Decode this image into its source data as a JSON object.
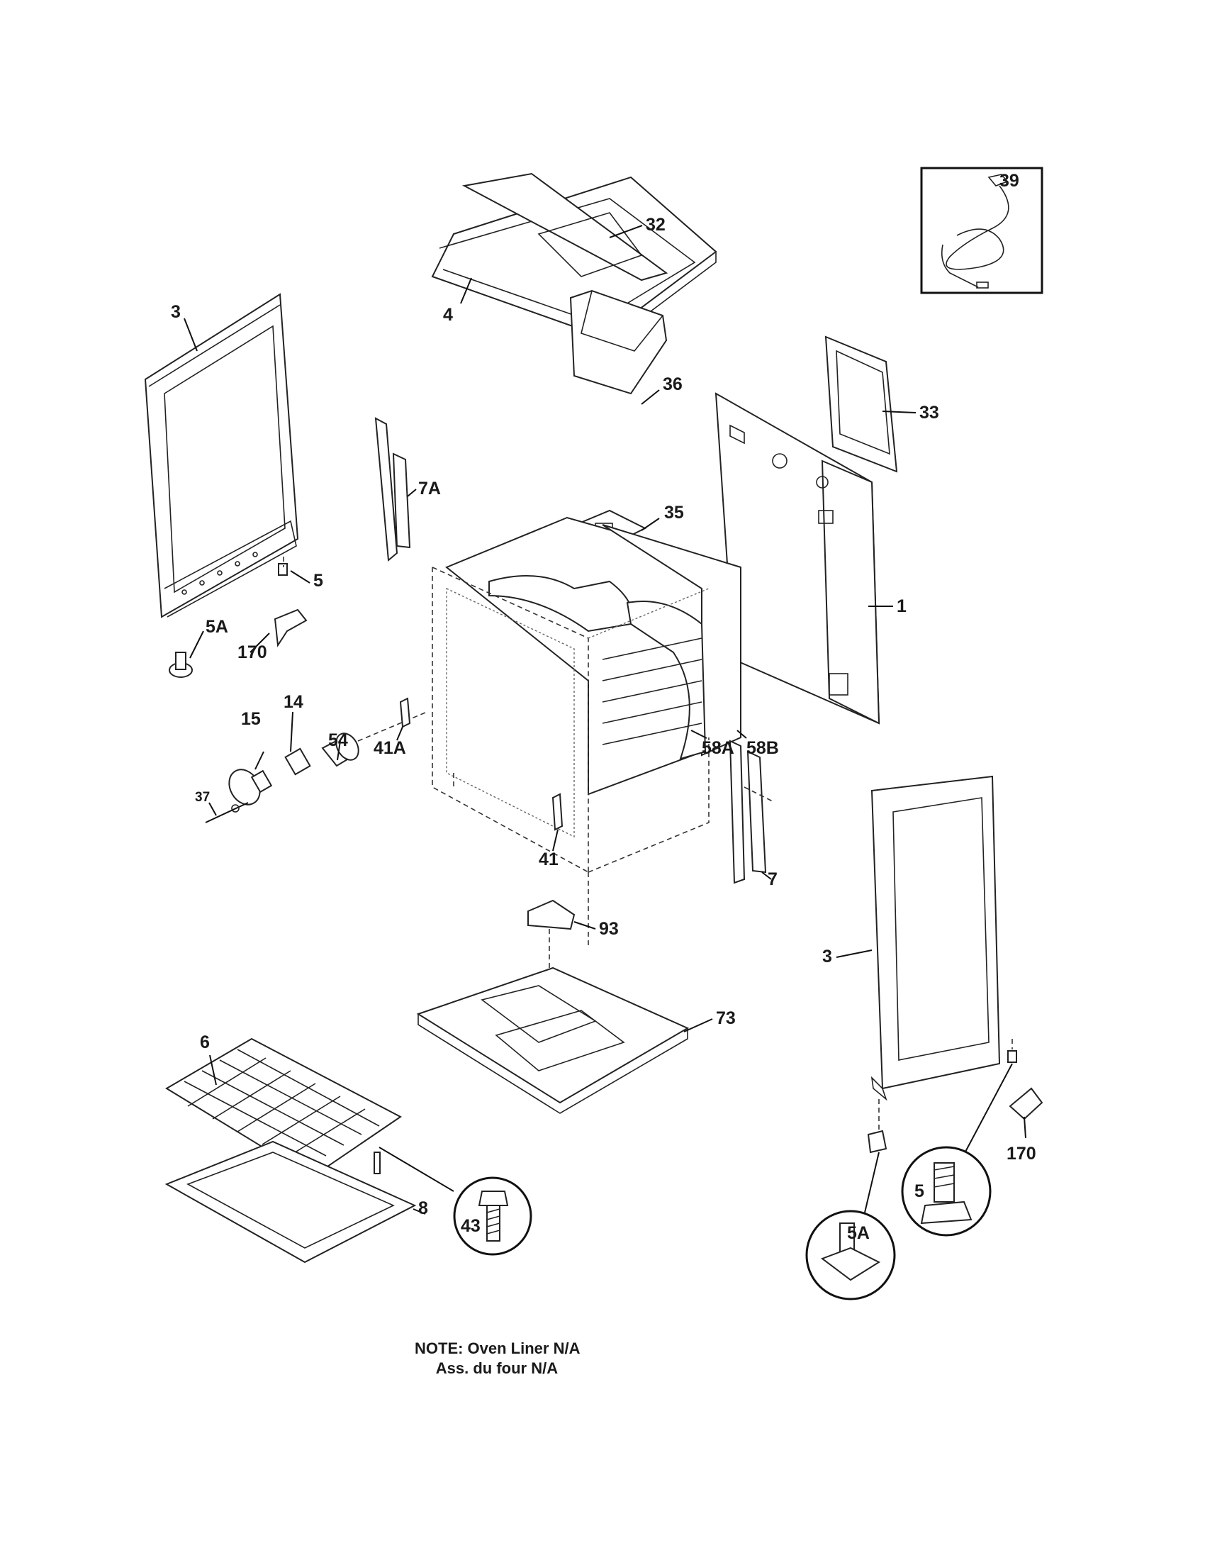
{
  "callouts": {
    "c39": "39",
    "c32": "32",
    "c4": "4",
    "c3_left": "3",
    "c36": "36",
    "c33": "33",
    "c7A": "7A",
    "c35": "35",
    "c5_left": "5",
    "c5A_left": "5A",
    "c170_left": "170",
    "c1": "1",
    "c14": "14",
    "c15": "15",
    "c54": "54",
    "c41A": "41A",
    "c58A": "58A",
    "c58B": "58B",
    "c37": "37",
    "c41": "41",
    "c7": "7",
    "c93": "93",
    "c3_right": "3",
    "c73": "73",
    "c6": "6",
    "c170_right": "170",
    "c8": "8",
    "c43": "43",
    "c5_right": "5",
    "c5A_right": "5A"
  },
  "note": {
    "line1": "NOTE: Oven Liner N/A",
    "line2": "     Ass. du four N/A"
  }
}
